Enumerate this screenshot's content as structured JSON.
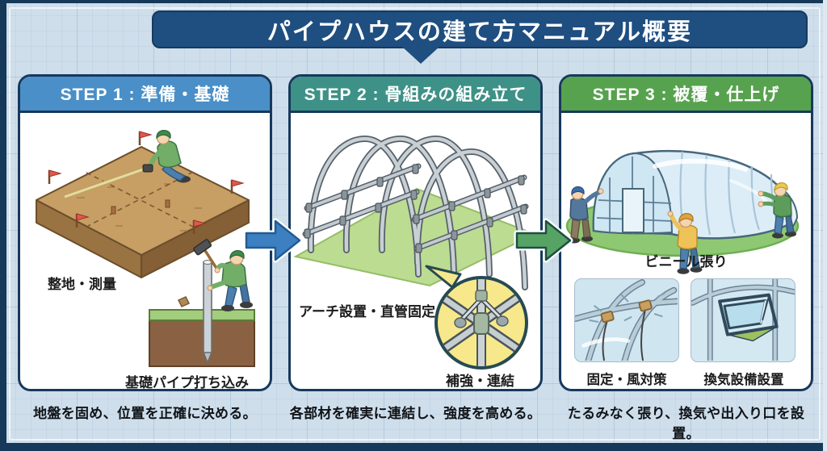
{
  "title": "パイプハウスの建て方マニュアル概要",
  "steps": [
    {
      "id": "step1",
      "header": "STEP 1 : 準備・基礎",
      "header_color": "#4a8fc7",
      "captions": {
        "main": "整地・測量",
        "secondary": "基礎パイプ打ち込み"
      },
      "summary": "地盤を固め、位置を正確に決める。"
    },
    {
      "id": "step2",
      "header": "STEP 2 : 骨組みの組み立て",
      "header_color": "#3e9187",
      "captions": {
        "main": "アーチ設置・直管固定",
        "secondary": "補強・連結"
      },
      "summary": "各部材を確実に連結し、強度を高める。"
    },
    {
      "id": "step3",
      "header": "STEP 3 : 被覆・仕上げ",
      "header_color": "#57a24e",
      "captions": {
        "main": "ビニール張り",
        "thumb_left": "固定・風対策",
        "thumb_right": "換気設備設置"
      },
      "summary": "たるみなく張り、換気や出入り口を設置。"
    }
  ],
  "icons": {
    "between_step1_step2": "blue-right-arrow",
    "between_step2_step3": "green-right-arrow",
    "step2_detail": "magnifier-joint-callout"
  },
  "colors": {
    "background": "#cfdeeb",
    "frame": "#16395a",
    "title_bg": "#1f4e80",
    "panel_border": "#17395c",
    "panel_bg": "#ffffff",
    "step1_header_bg": "#4a8fc7",
    "step2_header_bg": "#3e9187",
    "step3_header_bg": "#57a24e",
    "arrow_blue": "#3c80c2",
    "arrow_green": "#57a363",
    "magnifier_bg": "#f6e88b",
    "ground_green": "#b9da8e",
    "soil_brown": "#8a6243",
    "text": "#1c1c1c"
  }
}
